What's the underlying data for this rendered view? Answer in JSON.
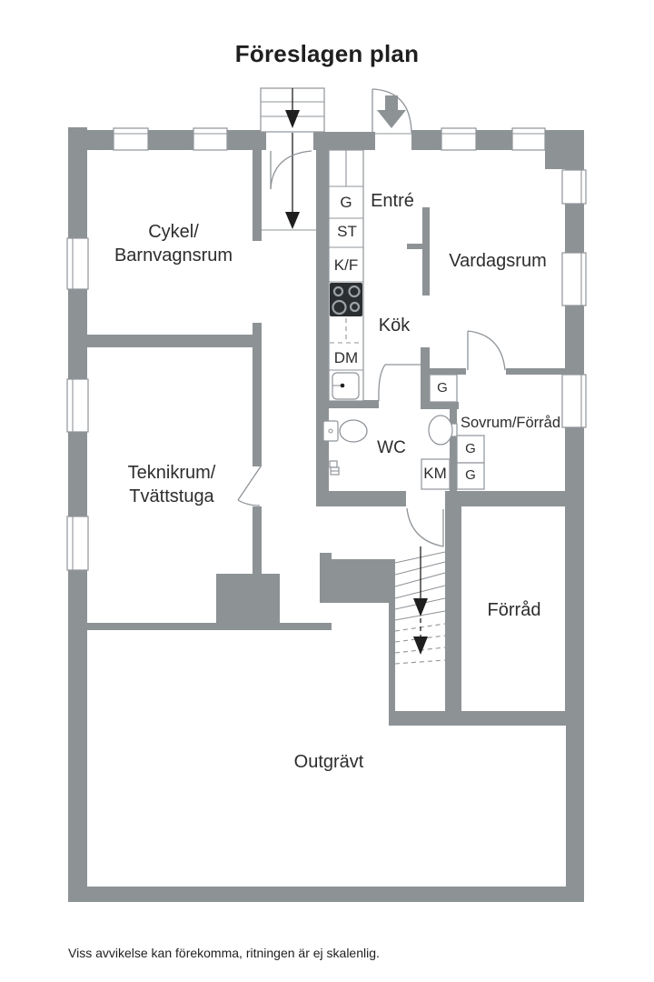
{
  "title": "Föreslagen plan",
  "footnote": "Viss avvikelse kan förekomma, ritningen är ej skalenlig.",
  "colors": {
    "wall": "#8d9295",
    "line": "#8f9499",
    "text": "#2d2d2d",
    "dark": "#2a2e31"
  },
  "rooms": {
    "cykel": {
      "line1": "Cykel/",
      "line2": "Barnvagnsrum"
    },
    "teknikrum": {
      "line1": "Teknikrum/",
      "line2": "Tvättstuga"
    },
    "entre": {
      "label": "Entré"
    },
    "vardagsrum": {
      "label": "Vardagsrum"
    },
    "kok": {
      "label": "Kök"
    },
    "wc": {
      "label": "WC"
    },
    "sovrum_forrad": {
      "label": "Sovrum/Förråd"
    },
    "forrad": {
      "label": "Förråd"
    },
    "outgravt": {
      "label": "Outgrävt"
    }
  },
  "fixtures": {
    "wardrobe_hall": "G",
    "cleaning_closet": "ST",
    "fridge_freezer": "K/F",
    "dishwasher": "DM",
    "washing_machine": "KM",
    "wardrobe_small": "G",
    "wardrobe_1": "G",
    "wardrobe_2": "G"
  },
  "icons": {
    "entrance_arrow": "down-arrow",
    "stair_direction_arrows": "down-arrow",
    "stove": "four-burner-stove",
    "kitchen_sink": "sink",
    "wc_toilet": "toilet",
    "wc_washbasin": "round-basin",
    "floor_drain": "drain"
  }
}
